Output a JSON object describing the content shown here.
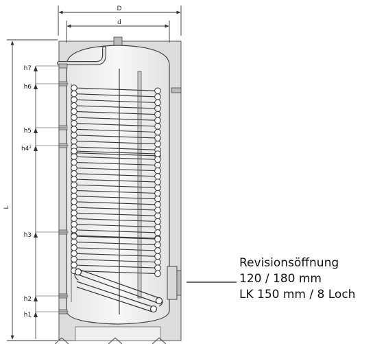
{
  "dimensions": {
    "outer_width": "D",
    "inner_width": "d",
    "total_height": "L"
  },
  "heights": [
    "h7",
    "h6",
    "h5",
    "h4²",
    "h3",
    "h2",
    "h1"
  ],
  "callout": {
    "line1": "Revisionsöffnung",
    "line2": "120 / 180 mm",
    "line3": "LK 150 mm / 8 Loch"
  },
  "colors": {
    "jacket": "#dcdcdc",
    "jacket_border": "#555555",
    "tank": "#f2f2f2",
    "coil": "#333333",
    "dim_line": "#333333"
  }
}
